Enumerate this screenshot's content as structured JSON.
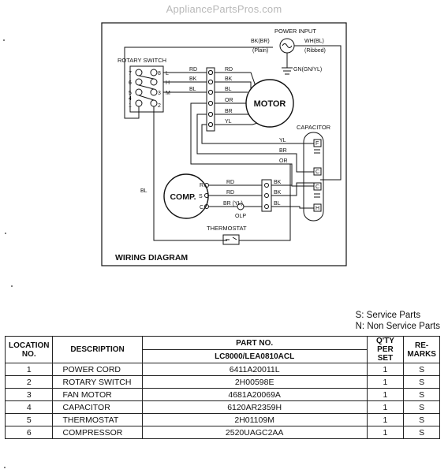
{
  "watermark": "AppliancePartsPros.com",
  "diagram": {
    "title": "WIRING DIAGRAM",
    "rotary_switch": "ROTARY SWITCH",
    "rs_terms_left": [
      "7",
      "6",
      "5",
      "4",
      "1"
    ],
    "rs_terms_right": [
      "8",
      "3",
      "2"
    ],
    "rs_pos": [
      "L",
      "H",
      "M"
    ],
    "power_input": "POWER INPUT",
    "bk_br": "BK(BR)",
    "plain": "(Plain)",
    "wh_bl": "WH(BL)",
    "ribbed": "(Ribbed)",
    "ground": "GN(GN/YL)",
    "motor": "MOTOR",
    "capacitor": "CAPACITOR",
    "comp": "COMP.",
    "thermostat": "THERMOSTAT",
    "olp": "OLP",
    "bl": "BL",
    "rd": "RD",
    "bk": "BK",
    "or": "OR",
    "br": "BR",
    "yl": "YL",
    "br_yl": "BR (YL)",
    "cap_f": "F",
    "cap_c": "C",
    "cap_h": "H",
    "comp_r": "R",
    "comp_s": "S",
    "comp_c": "C"
  },
  "legend": {
    "service": "S: Service Parts",
    "non_service": "N: Non Service Parts"
  },
  "table": {
    "headers": {
      "location": "LOCATION NO.",
      "description": "DESCRIPTION",
      "part_no": "PART NO.",
      "model": "LC8000/LEA0810ACL",
      "qty": "Q'TY PER SET",
      "remarks": "RE- MARKS"
    },
    "rows": [
      {
        "loc": "1",
        "desc": "POWER CORD",
        "part": "6411A20011L",
        "qty": "1",
        "rem": "S"
      },
      {
        "loc": "2",
        "desc": "ROTARY SWITCH",
        "part": "2H00598E",
        "qty": "1",
        "rem": "S"
      },
      {
        "loc": "3",
        "desc": "FAN MOTOR",
        "part": "4681A20069A",
        "qty": "1",
        "rem": "S"
      },
      {
        "loc": "4",
        "desc": "CAPACITOR",
        "part": "6120AR2359H",
        "qty": "1",
        "rem": "S"
      },
      {
        "loc": "5",
        "desc": "THERMOSTAT",
        "part": "2H01109M",
        "qty": "1",
        "rem": "S"
      },
      {
        "loc": "6",
        "desc": "COMPRESSOR",
        "part": "2520UAGC2AA",
        "qty": "1",
        "rem": "S"
      }
    ]
  }
}
